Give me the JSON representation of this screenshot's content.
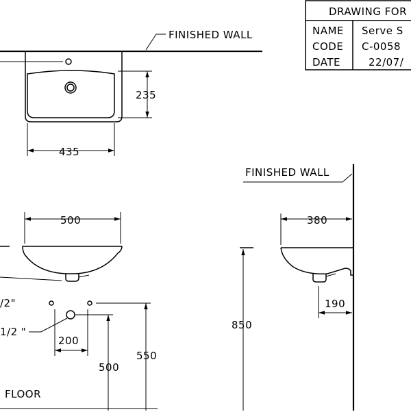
{
  "title_block": {
    "heading": "DRAWING FOR",
    "rows": [
      {
        "label": "NAME",
        "value": "Serve S"
      },
      {
        "label": "CODE",
        "value": "C-0058"
      },
      {
        "label": "DATE",
        "value": "22/07/"
      }
    ]
  },
  "labels": {
    "finished_wall_top": "FINISHED WALL",
    "finished_wall_side": "FINISHED WALL",
    "floor": "FLOOR",
    "pipe_1": "/2\"",
    "pipe_2": "1/2 \""
  },
  "dimensions": {
    "depth_plan": "235",
    "width_plan": "435",
    "width_front": "500",
    "depth_side": "380",
    "trap_offset": "190",
    "height_total": "850",
    "height_pipe": "550",
    "height_outlet": "500",
    "pipe_spacing": "200"
  }
}
